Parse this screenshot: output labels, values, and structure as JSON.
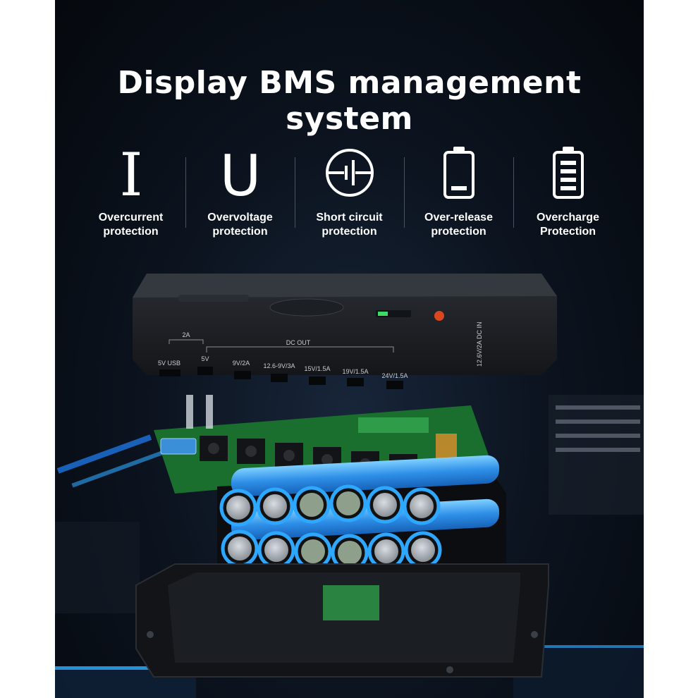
{
  "title": "Display BMS management system",
  "features": [
    {
      "icon": "letter-i-icon",
      "label_line1": "Overcurrent",
      "label_line2": "protection"
    },
    {
      "icon": "letter-u-icon",
      "label_line1": "Overvoltage",
      "label_line2": "protection"
    },
    {
      "icon": "short-circuit-icon",
      "label_line1": "Short circuit",
      "label_line2": "protection"
    },
    {
      "icon": "battery-low-icon",
      "label_line1": "Over-release",
      "label_line2": "protection"
    },
    {
      "icon": "battery-full-icon",
      "label_line1": "Overcharge",
      "label_line2": "Protection"
    }
  ],
  "device": {
    "group_2a": "2A",
    "group_dc_out": "DC OUT",
    "ports": [
      "5V USB",
      "5V",
      "9V/2A",
      "12.6-9V/3A",
      "15V/1.5A",
      "19V/1.5A",
      "24V/1.5A"
    ],
    "side_label": "12.6V/2A DC IN"
  },
  "colors": {
    "accent_blue": "#2ea8ff",
    "background": "#0a0f18",
    "text": "#ffffff"
  }
}
